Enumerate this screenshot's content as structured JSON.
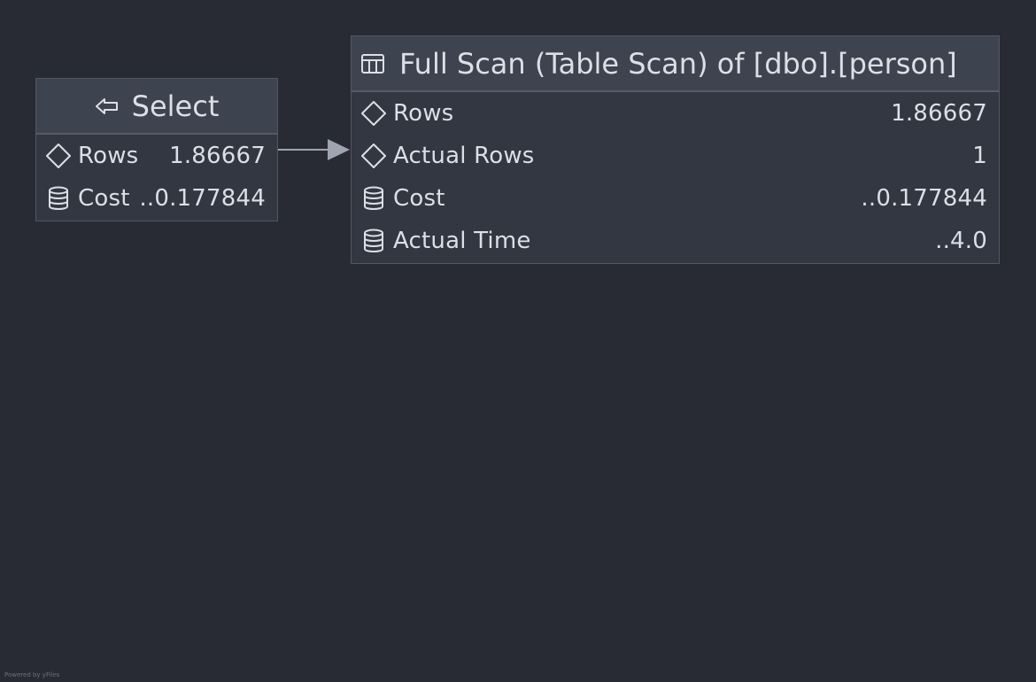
{
  "select_node": {
    "title": "Select",
    "title_icon": "arrow-left-icon",
    "rows": [
      {
        "icon": "diamond-icon",
        "label": "Rows",
        "value": "1.86667"
      },
      {
        "icon": "database-icon",
        "label": "Cost",
        "value": "..0.177844"
      }
    ]
  },
  "scan_node": {
    "title": "Full Scan (Table Scan) of [dbo].[person]",
    "title_icon": "table-icon",
    "rows": [
      {
        "icon": "diamond-icon",
        "label": "Rows",
        "value": "1.86667"
      },
      {
        "icon": "diamond-icon",
        "label": "Actual Rows",
        "value": "1"
      },
      {
        "icon": "database-icon",
        "label": "Cost",
        "value": "..0.177844"
      },
      {
        "icon": "database-icon",
        "label": "Actual Time",
        "value": "..4.0"
      }
    ]
  },
  "footer": {
    "text": "Powered by yFiles"
  },
  "colors": {
    "background": "#282b34",
    "node_fill": "#333742",
    "header_fill": "#3e4350",
    "text": "#dcdfe5",
    "edge": "#9ea4b1"
  }
}
